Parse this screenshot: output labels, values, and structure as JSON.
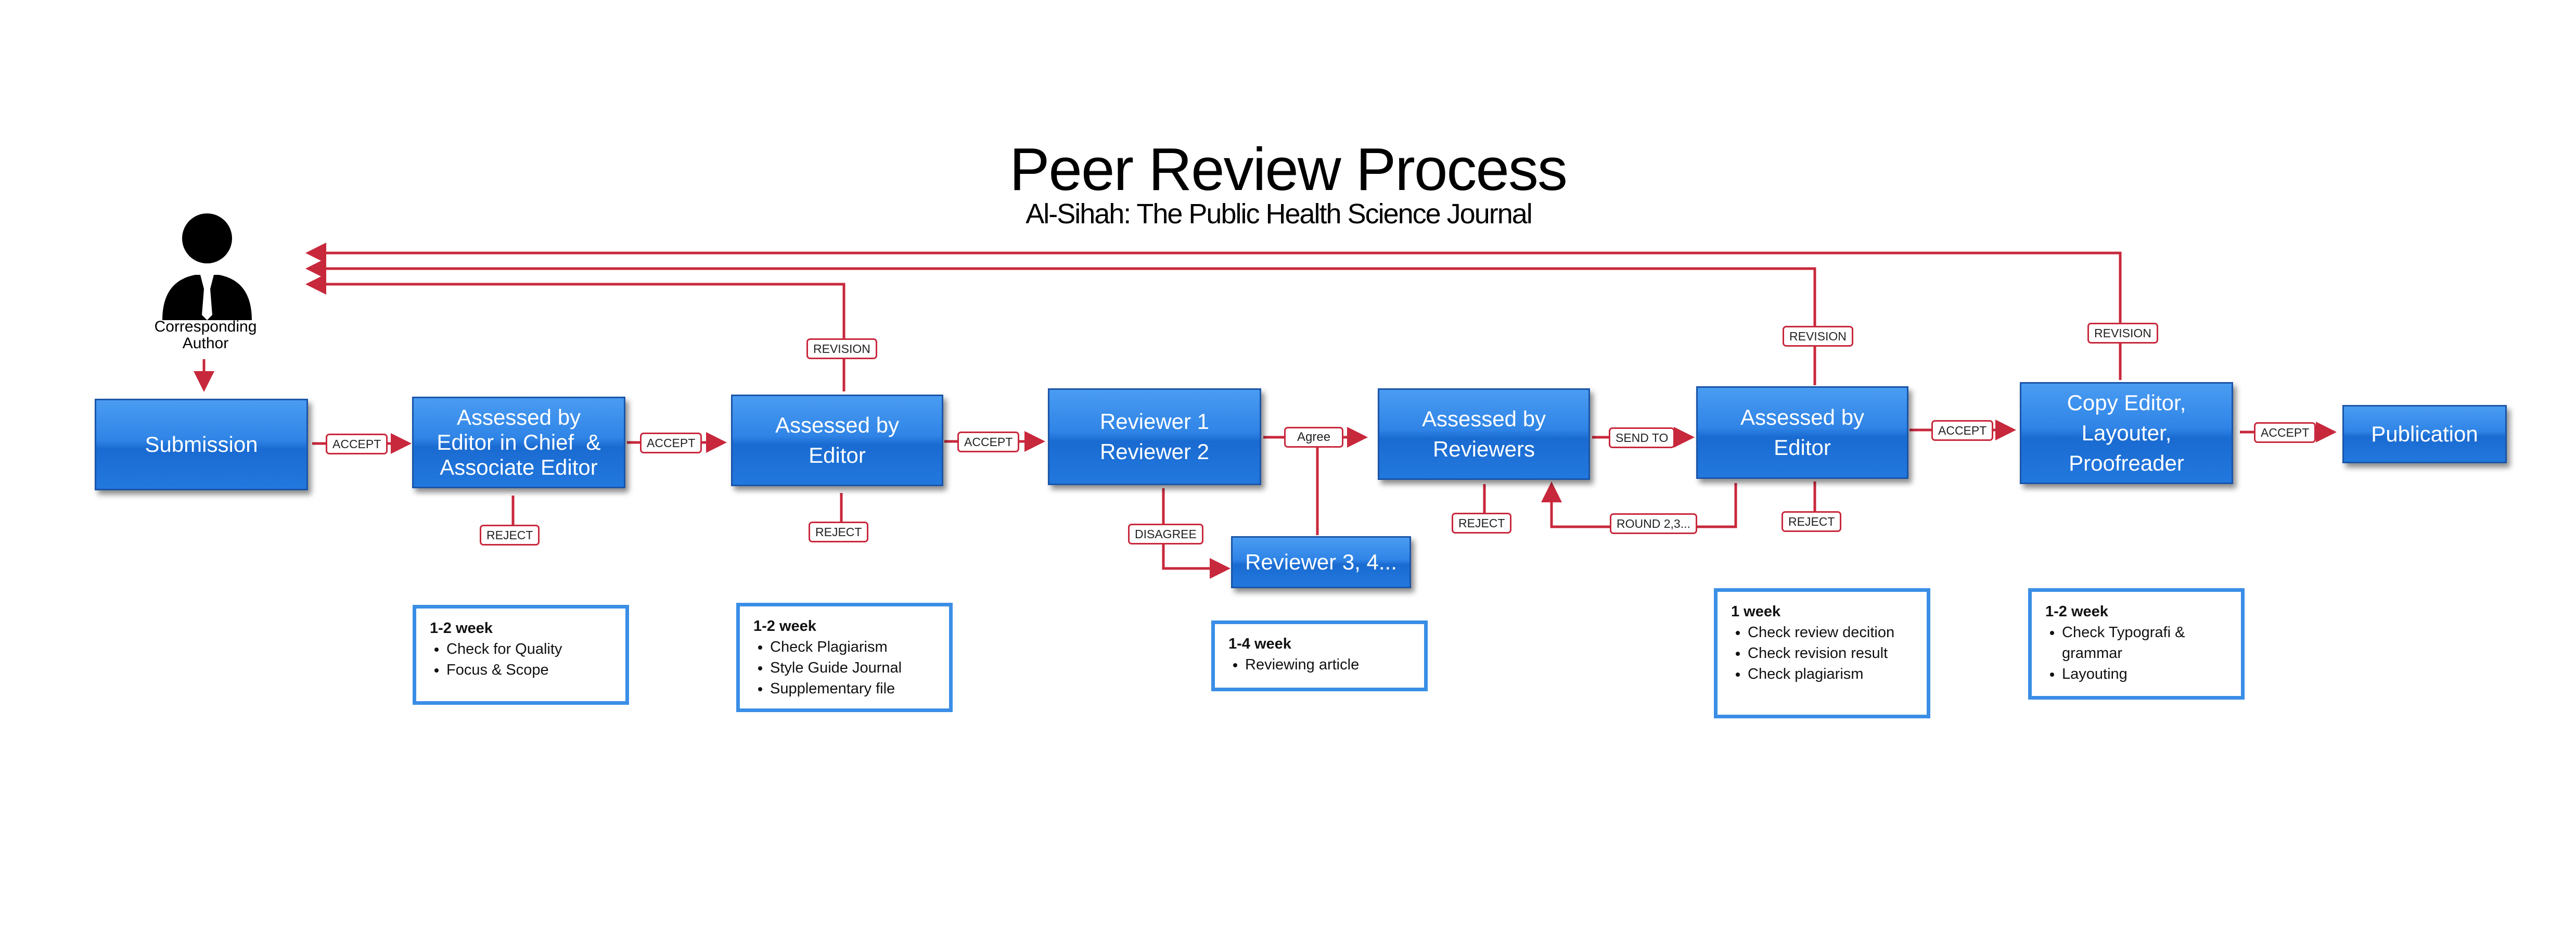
{
  "header": {
    "title": "Peer Review Process",
    "subtitle": "Al-Sihah: The Public Health Science Journal"
  },
  "author": {
    "label_line1": "Corresponding",
    "label_line2": "Author"
  },
  "nodes": {
    "submission": "Submission",
    "editor_in_chief": [
      "Assessed by",
      "Editor in Chief  &",
      "Associate Editor"
    ],
    "editor": [
      "Assessed by",
      "Editor"
    ],
    "reviewers_1_2": [
      "Reviewer 1",
      "Reviewer 2"
    ],
    "reviewers_3_4": "Reviewer 3, 4...",
    "assessed_reviewers": [
      "Assessed by",
      "Reviewers"
    ],
    "editor_2": [
      "Assessed by",
      "Editor"
    ],
    "copy_editor": [
      "Copy Editor,",
      "Layouter,",
      "Proofreader"
    ],
    "publication": "Publication"
  },
  "tags": {
    "accept": "ACCEPT",
    "reject": "REJECT",
    "revision": "REVISION",
    "agree": "Agree",
    "disagree": "DISAGREE",
    "send_to": "SEND TO",
    "round": "ROUND 2,3..."
  },
  "notes": [
    {
      "duration": "1-2 week",
      "items": [
        "Check for Quality",
        "Focus & Scope"
      ]
    },
    {
      "duration": "1-2 week",
      "items": [
        "Check Plagiarism",
        "Style Guide Journal",
        "Supplementary file"
      ]
    },
    {
      "duration": "1-4 week",
      "items": [
        "Reviewing article"
      ]
    },
    {
      "duration": "1 week",
      "items": [
        "Check review decition",
        "Check revision result",
        "Check plagiarism"
      ]
    },
    {
      "duration": "1-2 week",
      "items": [
        "Check Typografi &",
        "grammar",
        "Layouting"
      ]
    }
  ],
  "colors": {
    "node": "#2f84e6",
    "arrow": "#c8283c",
    "note_border": "#3a8ee6"
  }
}
